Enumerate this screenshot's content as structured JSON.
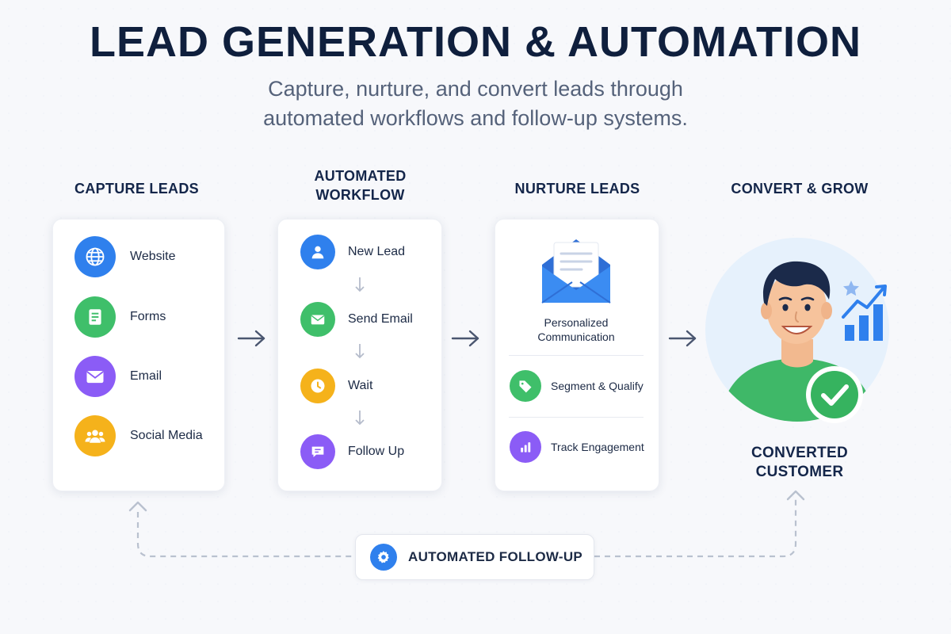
{
  "title": "LEAD GENERATION & AUTOMATION",
  "subtitle_line1": "Capture, nurture, and convert leads through",
  "subtitle_line2": "automated workflows and follow-up systems.",
  "colors": {
    "navy": "#0f1f3d",
    "blue": "#2f80ed",
    "green": "#3fbf6a",
    "purple": "#8b5cf6",
    "amber": "#f5b21b"
  },
  "capture": {
    "heading": "CAPTURE LEADS",
    "items": [
      {
        "label": "Website",
        "icon": "globe-icon"
      },
      {
        "label": "Forms",
        "icon": "form-icon"
      },
      {
        "label": "Email",
        "icon": "mail-icon"
      },
      {
        "label": "Social Media",
        "icon": "people-icon"
      }
    ]
  },
  "workflow": {
    "heading_line1": "AUTOMATED",
    "heading_line2": "WORKFLOW",
    "steps": [
      {
        "label": "New Lead",
        "icon": "user-icon"
      },
      {
        "label": "Send Email",
        "icon": "mail-icon"
      },
      {
        "label": "Wait",
        "icon": "clock-icon"
      },
      {
        "label": "Follow Up",
        "icon": "chat-icon"
      }
    ]
  },
  "nurture": {
    "heading": "NURTURE LEADS",
    "feature_line1": "Personalized",
    "feature_line2": "Communication",
    "items": [
      {
        "label": "Segment & Qualify",
        "icon": "tag-icon"
      },
      {
        "label": "Track Engagement",
        "icon": "bar-chart-icon"
      }
    ]
  },
  "convert": {
    "heading": "CONVERT & GROW",
    "label_line1": "CONVERTED",
    "label_line2": "CUSTOMER"
  },
  "followup": {
    "label": "AUTOMATED FOLLOW-UP",
    "icon": "gear-icon"
  }
}
